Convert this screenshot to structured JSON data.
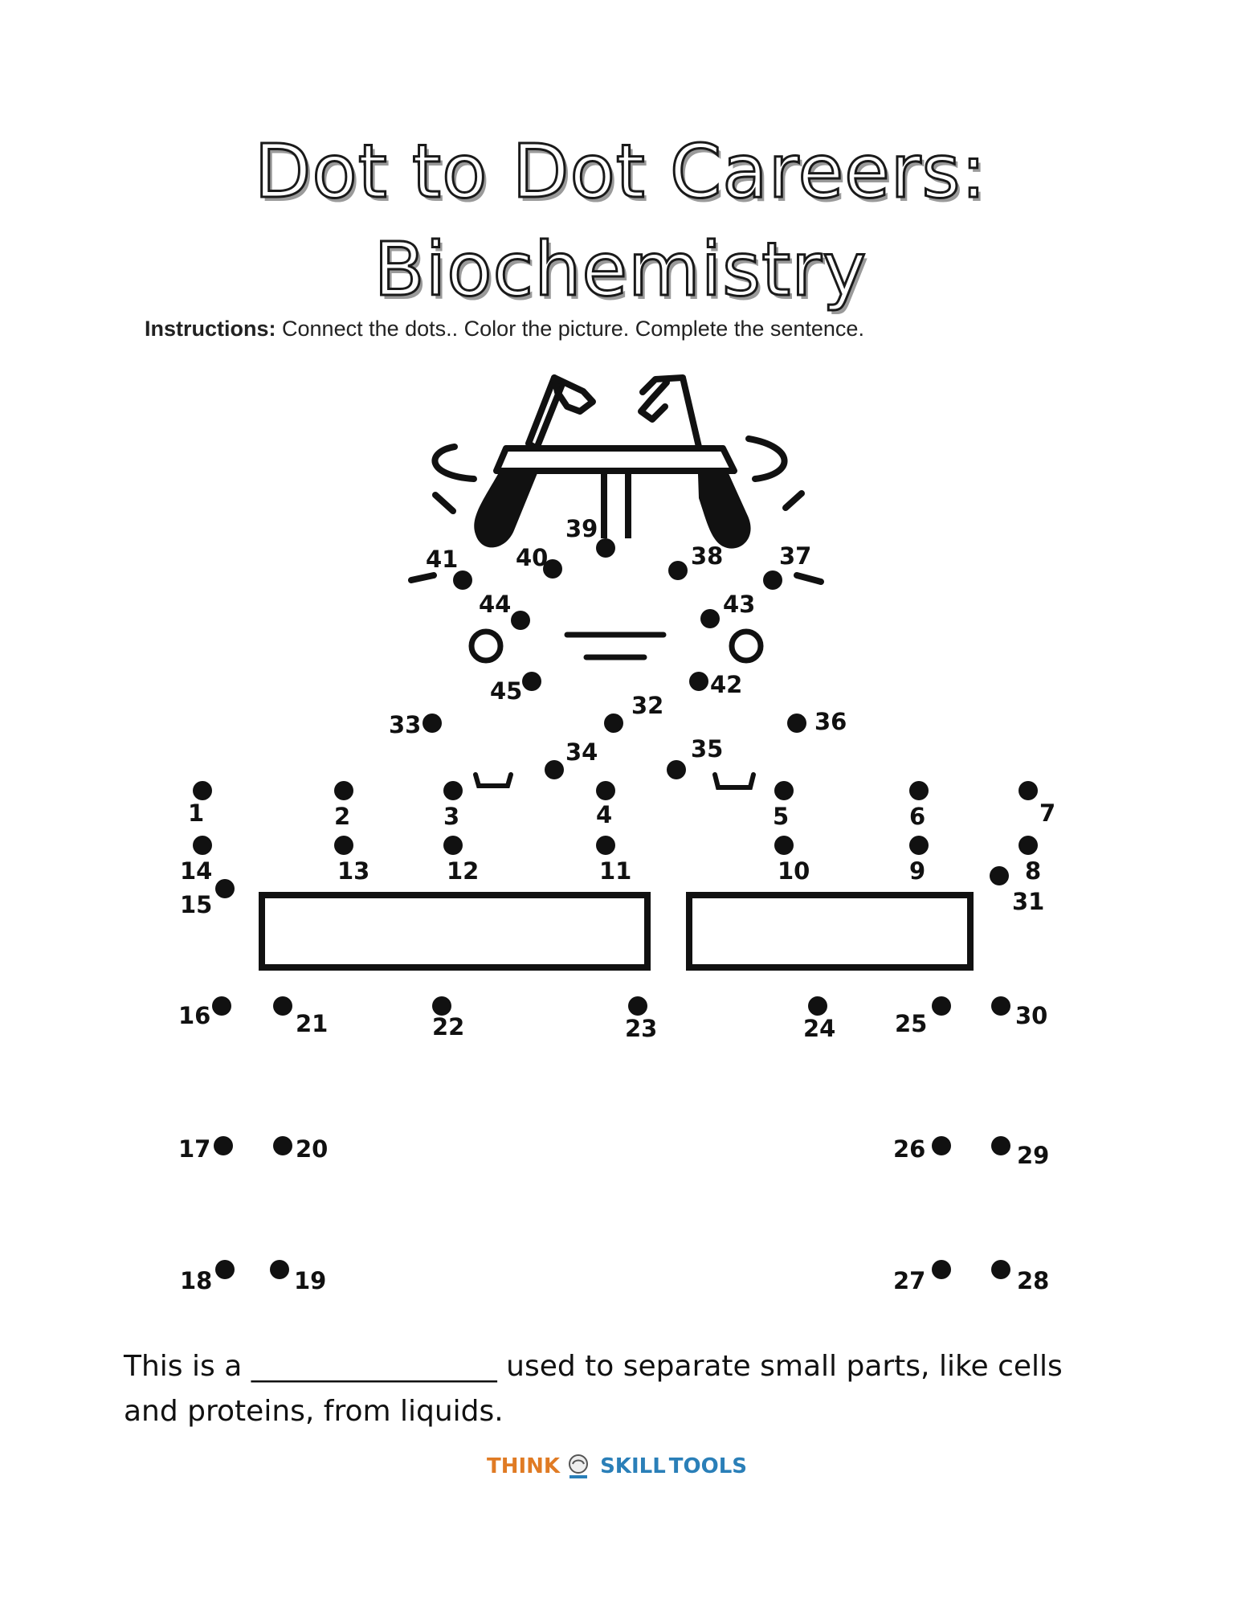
{
  "title": {
    "line1": "Dot to Dot Careers:",
    "line2": "Biochemistry"
  },
  "instructions": {
    "label": "Instructions:",
    "text": "Connect the dots.. Color the picture. Complete the sentence."
  },
  "dots": [
    {
      "n": "1"
    },
    {
      "n": "2"
    },
    {
      "n": "3"
    },
    {
      "n": "4"
    },
    {
      "n": "5"
    },
    {
      "n": "6"
    },
    {
      "n": "7"
    },
    {
      "n": "8"
    },
    {
      "n": "9"
    },
    {
      "n": "10"
    },
    {
      "n": "11"
    },
    {
      "n": "12"
    },
    {
      "n": "13"
    },
    {
      "n": "14"
    },
    {
      "n": "15"
    },
    {
      "n": "16"
    },
    {
      "n": "17"
    },
    {
      "n": "18"
    },
    {
      "n": "19"
    },
    {
      "n": "20"
    },
    {
      "n": "21"
    },
    {
      "n": "22"
    },
    {
      "n": "23"
    },
    {
      "n": "24"
    },
    {
      "n": "25"
    },
    {
      "n": "26"
    },
    {
      "n": "27"
    },
    {
      "n": "28"
    },
    {
      "n": "29"
    },
    {
      "n": "30"
    },
    {
      "n": "31"
    },
    {
      "n": "32"
    },
    {
      "n": "33"
    },
    {
      "n": "34"
    },
    {
      "n": "35"
    },
    {
      "n": "36"
    },
    {
      "n": "37"
    },
    {
      "n": "38"
    },
    {
      "n": "39"
    },
    {
      "n": "40"
    },
    {
      "n": "41"
    },
    {
      "n": "42"
    },
    {
      "n": "43"
    },
    {
      "n": "44"
    },
    {
      "n": "45"
    }
  ],
  "sentence": {
    "line1": "This is a _________________ used to separate small parts, like cells",
    "line2": "and proteins, from liquids."
  },
  "logo": {
    "think": "THINK",
    "skill": "SKILL",
    "tools": "TOOLS",
    "icon": "brain-icon"
  },
  "colors": {
    "ink": "#111111",
    "logo_orange": "#e07b24",
    "logo_blue": "#2a7fb8"
  }
}
